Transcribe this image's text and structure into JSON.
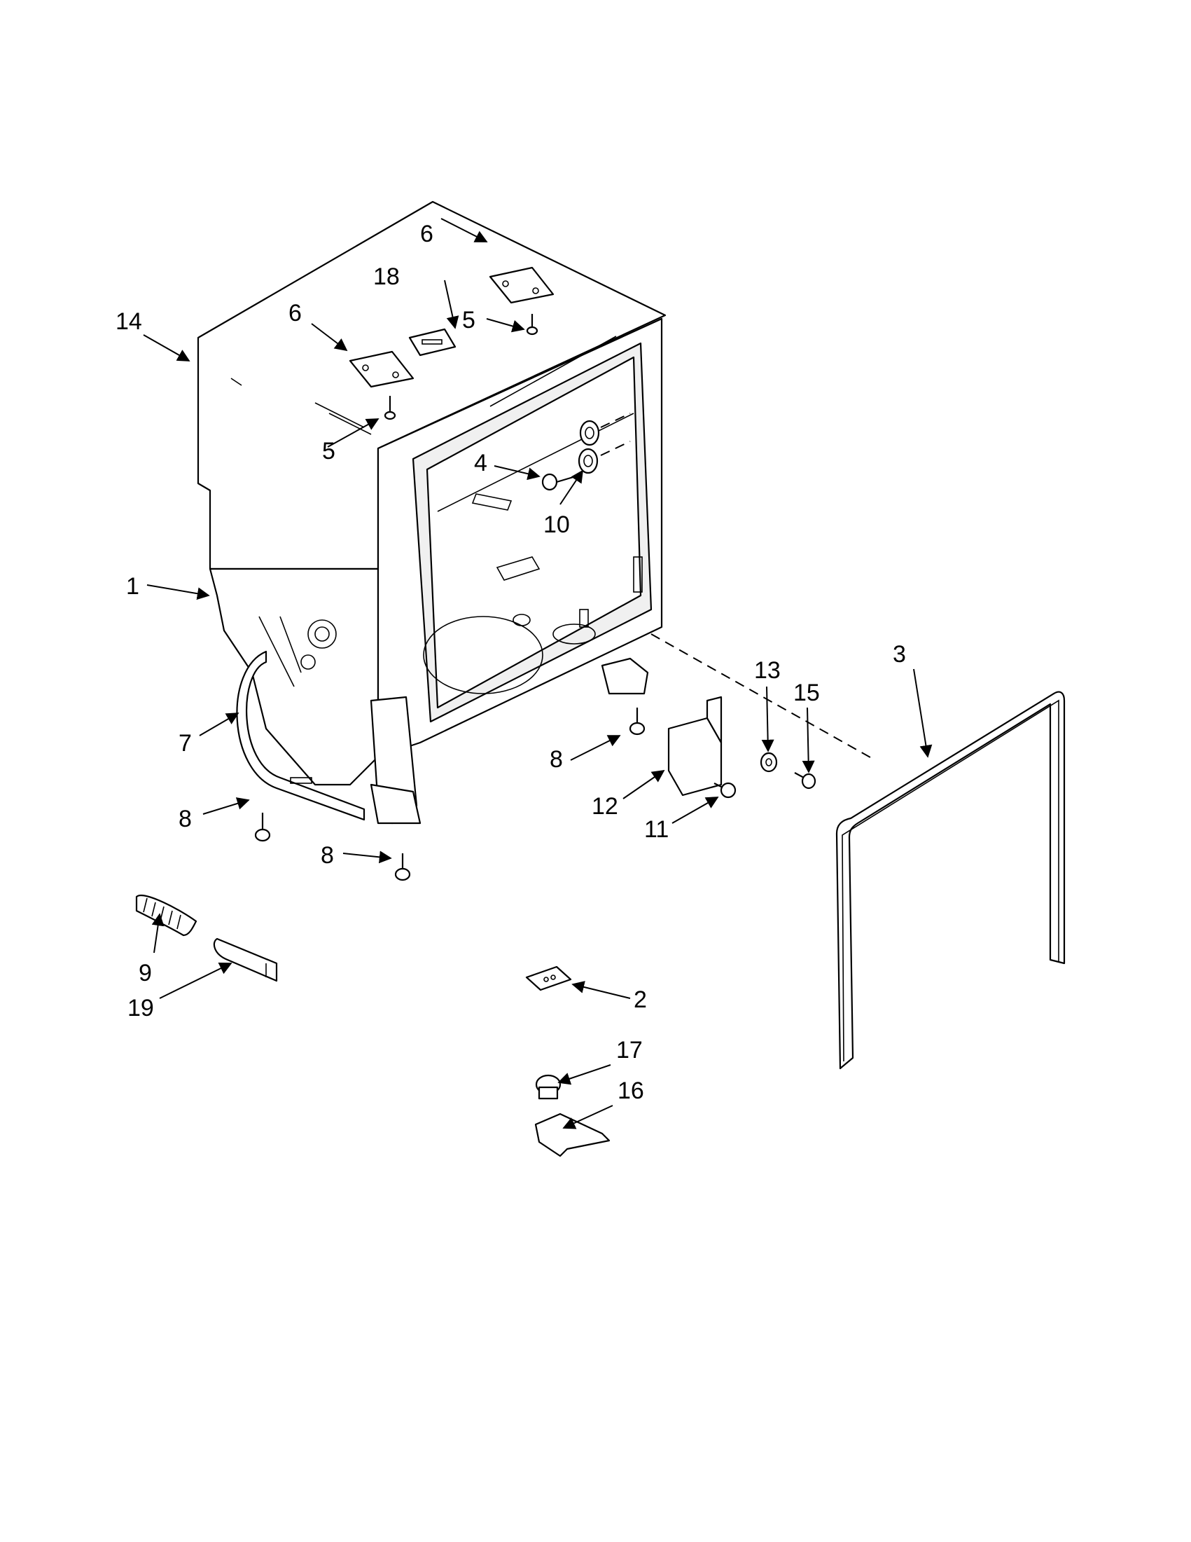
{
  "callouts": {
    "c1": "1",
    "c2": "2",
    "c3": "3",
    "c4": "4",
    "c5a": "5",
    "c5b": "5",
    "c6a": "6",
    "c6b": "6",
    "c7": "7",
    "c8a": "8",
    "c8b": "8",
    "c8c": "8",
    "c9": "9",
    "c10": "10",
    "c11": "11",
    "c12": "12",
    "c13": "13",
    "c14": "14",
    "c15": "15",
    "c16": "16",
    "c17": "17",
    "c18": "18",
    "c19": "19"
  }
}
